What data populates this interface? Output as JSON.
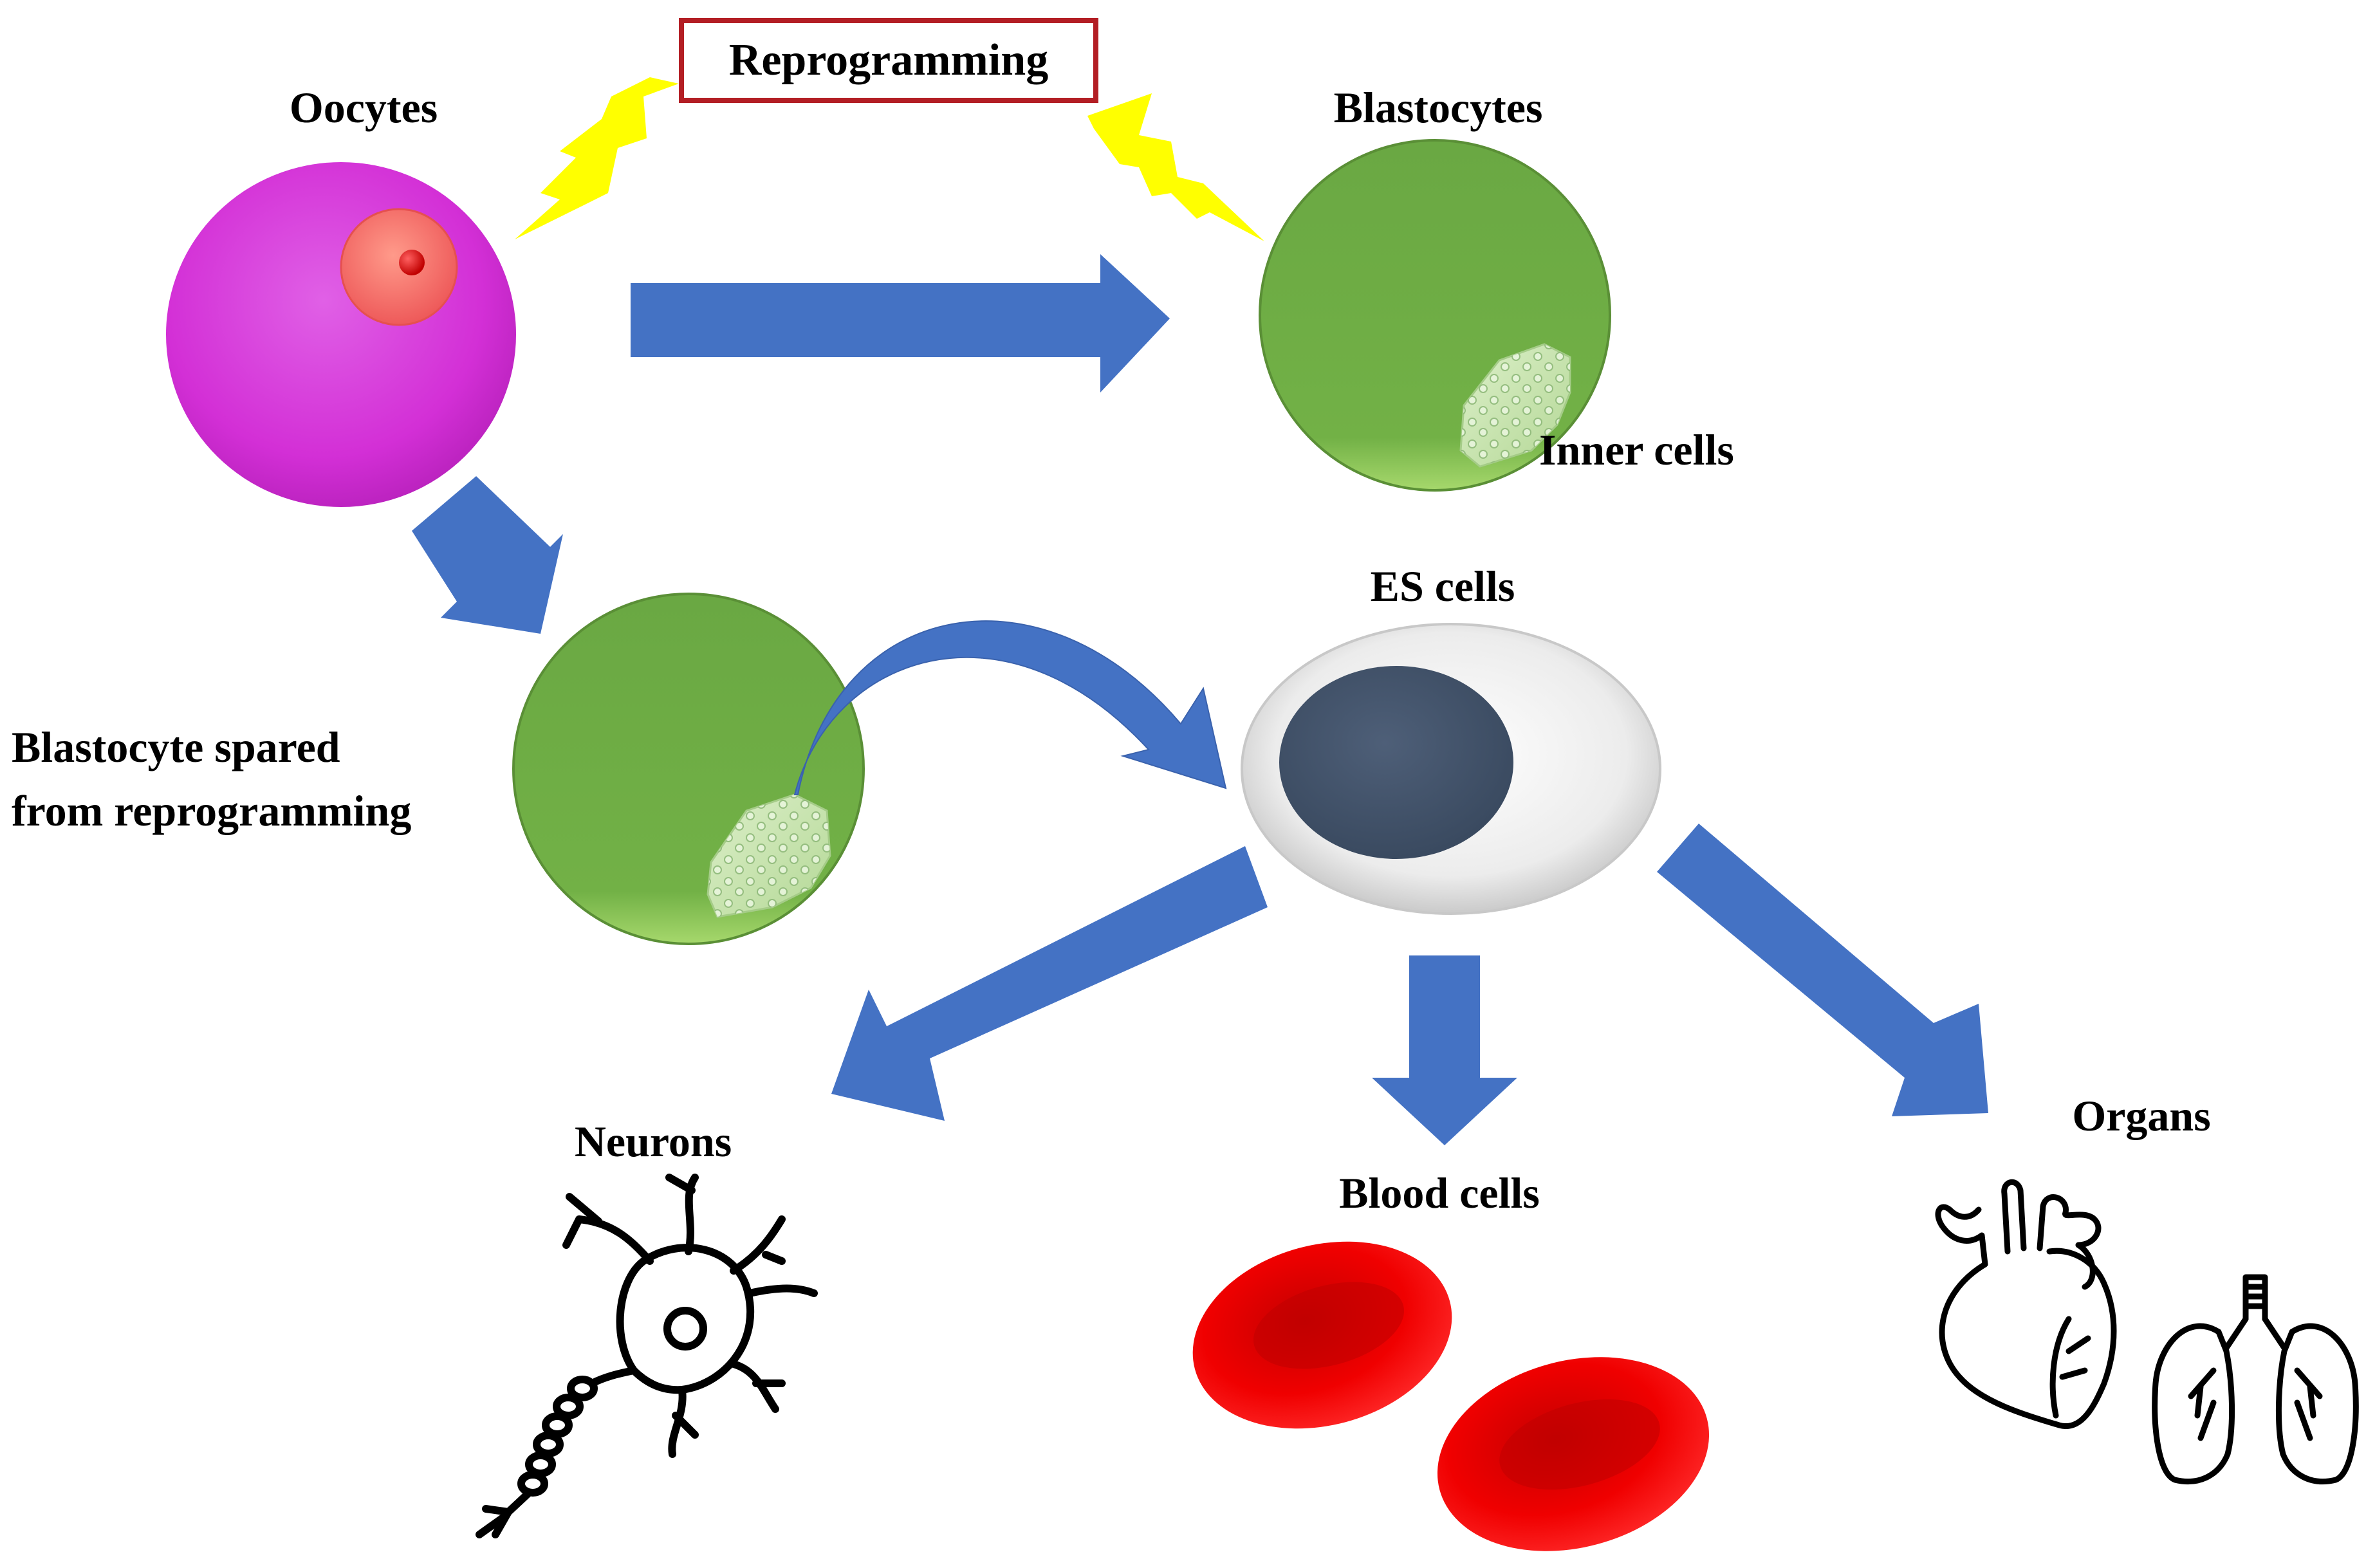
{
  "labels": {
    "reprogramming": "Reprogramming",
    "oocytes": "Oocytes",
    "blastocytes": "Blastocytes",
    "inner_cells": "Inner cells",
    "es_cells": "ES cells",
    "blastocyte_spared_line1": "Blastocyte spared",
    "blastocyte_spared_line2": "from reprogramming",
    "neurons": "Neurons",
    "blood_cells": "Blood cells",
    "organs": "Organs"
  },
  "colors": {
    "oocyte": "#d62ed6",
    "nucleus": "#f06a6a",
    "nucleolus": "#e01010",
    "blastocyte": "#6fad45",
    "inner_cell_mass": "#c8e3b0",
    "es_cell_body": "#e6e6e6",
    "es_nucleus": "#44546a",
    "arrow": "#4472c4",
    "lightning": "#ffff00",
    "box_border": "#b31e24",
    "blood_cell": "#e80000",
    "icon_stroke": "#000000"
  }
}
